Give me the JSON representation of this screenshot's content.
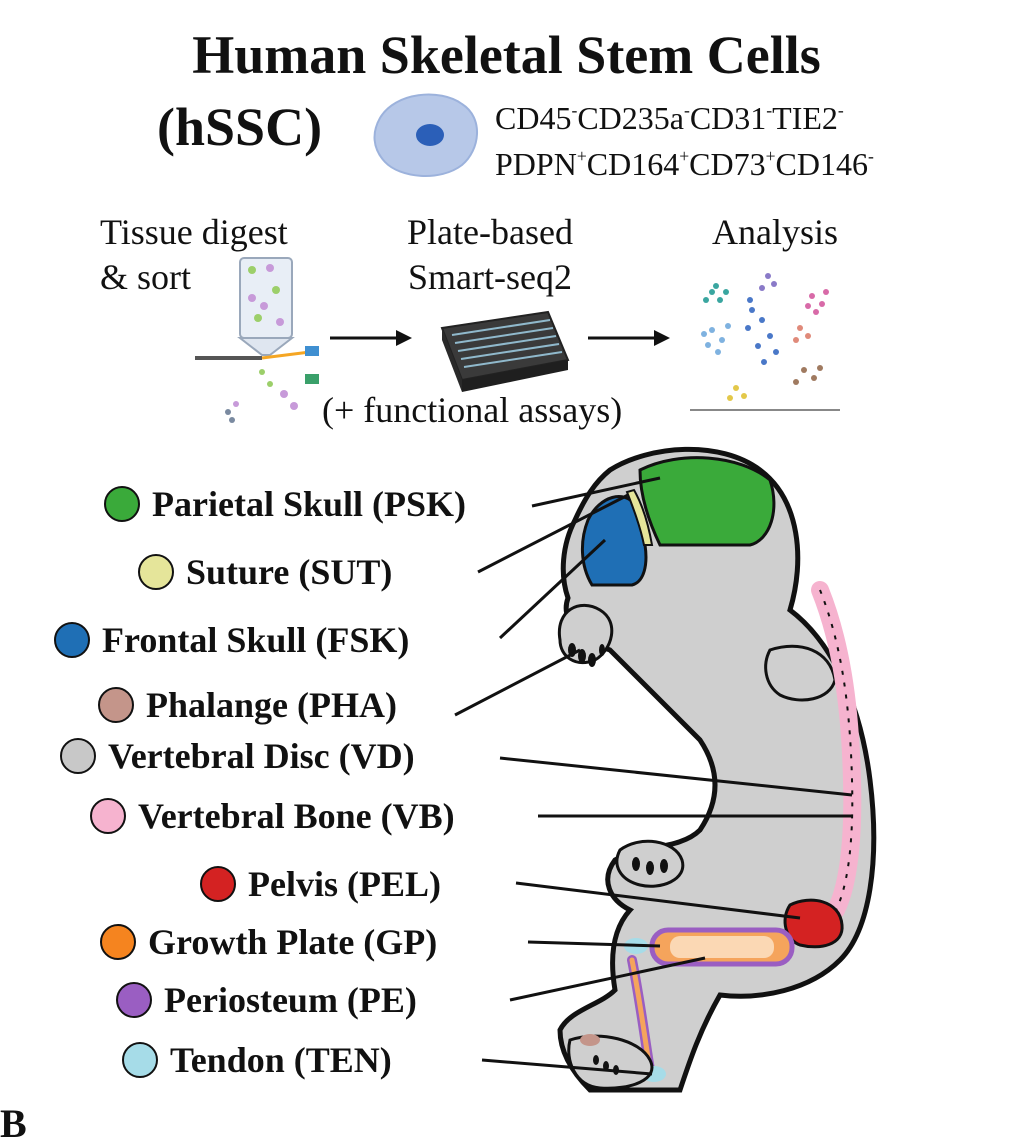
{
  "header": {
    "title": "Human Skeletal Stem Cells",
    "subtitle": "(hSSC)",
    "markers_line1": [
      {
        "name": "CD45",
        "sign": "-"
      },
      {
        "name": "CD235a",
        "sign": "-"
      },
      {
        "name": "CD31",
        "sign": "-"
      },
      {
        "name": "TIE2",
        "sign": "-"
      }
    ],
    "markers_line2": [
      {
        "name": "PDPN",
        "sign": "+"
      },
      {
        "name": "CD164",
        "sign": "+"
      },
      {
        "name": "CD73",
        "sign": "+"
      },
      {
        "name": "CD146",
        "sign": "-"
      }
    ]
  },
  "workflow": {
    "step1": {
      "line1": "Tissue digest",
      "line2": "& sort"
    },
    "step2": {
      "line1": "Plate-based",
      "line2": "Smart-seq2"
    },
    "step3": {
      "line1": "Analysis"
    },
    "note": "(+ functional assays)"
  },
  "tissues": [
    {
      "label": "Parietal Skull (PSK)",
      "color": "#3aaa3a"
    },
    {
      "label": "Suture (SUT)",
      "color": "#e5e59a"
    },
    {
      "label": "Frontal Skull (FSK)",
      "color": "#1f6fb5"
    },
    {
      "label": "Phalange (PHA)",
      "color": "#c4958a"
    },
    {
      "label": "Vertebral Disc (VD)",
      "color": "#c8c8c8"
    },
    {
      "label": "Vertebral Bone (VB)",
      "color": "#f6b3cf"
    },
    {
      "label": "Pelvis (PEL)",
      "color": "#d42222"
    },
    {
      "label": "Growth Plate (GP)",
      "color": "#f5841f"
    },
    {
      "label": "Periosteum (PE)",
      "color": "#9a5ec2"
    },
    {
      "label": "Tendon (TEN)",
      "color": "#a6dce8"
    }
  ],
  "colors": {
    "body_fill": "#cfcfcf",
    "cell_body": "#aabfe4",
    "cell_nucleus": "#2b5fb8"
  },
  "footer": {
    "partial_letter": "B"
  }
}
